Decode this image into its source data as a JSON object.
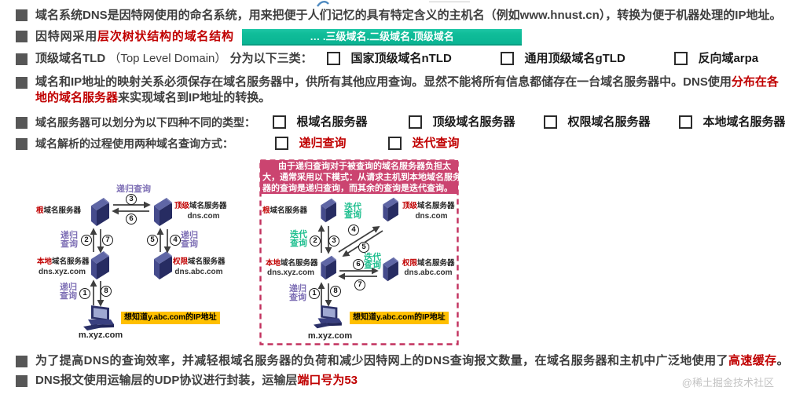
{
  "colors": {
    "text": "#3f3f3f",
    "bullet": "#575757",
    "red": "#c00000",
    "teal": "#10bd99",
    "purple": "#7e6fb5",
    "green": "#1fbf8f",
    "pink": "#cb4470",
    "pinkline": "#c2315e",
    "yellow": "#ffc000",
    "navy_front": "#272c62",
    "navy_left": "#454b8c",
    "navy_top": "#5f66a5",
    "arrow": "#3f3f3f",
    "watermark": "#c3c3c3"
  },
  "rows": {
    "r1": {
      "segments": [
        {
          "t": "域名系统DNS是因特网使用的命名系统，用来把便于人们记忆的具有特定含义的主机名（例如www.hnust.cn），转换为便于机器处理的IP地址。"
        }
      ]
    },
    "r2": {
      "segments": [
        {
          "t": "因特网采用"
        },
        {
          "t": "层次树状结构的域名结构",
          "c": "red"
        }
      ]
    },
    "tld_bar": "…  .三级域名.二级域名.顶级域名",
    "r3": {
      "segments": [
        {
          "t": "顶级域名TLD "
        },
        {
          "t": "（Top Level Domain） ",
          "w": "400"
        },
        {
          "t": "分为以下三类："
        }
      ],
      "items": [
        "国家顶级域名nTLD",
        "通用顶级域名gTLD",
        "反向域arpa"
      ]
    },
    "r4": {
      "line1": [
        {
          "t": "域名和IP地址的映射关系必须保存在域名服务器中，供所有其他应用查询。显然不能将所有信息都储存在一台域名服务器中。DNS使用"
        },
        {
          "t": "分布在各",
          "c": "red"
        }
      ],
      "line2": [
        {
          "t": "地的域名服务器",
          "c": "red"
        },
        {
          "t": "来实现域名到IP地址的转换。"
        }
      ]
    },
    "r5": {
      "segments": [
        {
          "t": "域名服务器可以划分为以下四种不同的类型："
        }
      ],
      "items": [
        "根域名服务器",
        "顶级域名服务器",
        "权限域名服务器",
        "本地域名服务器"
      ]
    },
    "r6": {
      "segments": [
        {
          "t": "域名解析的过程使用两种域名查询方式："
        }
      ],
      "items": [
        "递归查询",
        "迭代查询"
      ]
    },
    "r7": {
      "segments": [
        {
          "t": "为了提高DNS的查询效率，并减轻根域名服务器的负荷和减少因特网上的DNS查询报文数量，在域名服务器和主机中广泛地使用了"
        },
        {
          "t": "高速缓存",
          "c": "red"
        },
        {
          "t": "。"
        }
      ]
    },
    "r8": {
      "segments": [
        {
          "t": "DNS报文使用运输层的UDP协议进行封装，运输层"
        },
        {
          "t": "端口号为53",
          "c": "red"
        }
      ]
    }
  },
  "diagram_left": {
    "query_top": "递归查询",
    "query_left": [
      "递归",
      "查询"
    ],
    "query_right": [
      "递归",
      "查询"
    ],
    "query_bottom": [
      "递归",
      "查询"
    ],
    "servers": {
      "root": {
        "prefix": "根",
        "rest": "域名服务器"
      },
      "tld": {
        "prefix": "顶级",
        "rest": "域名服务器",
        "domain": "dns.com"
      },
      "local": {
        "prefix": "本地",
        "rest": "域名服务器",
        "domain": "dns.xyz.com"
      },
      "auth": {
        "prefix": "权限",
        "rest": "域名服务器",
        "domain": "dns.abc.com"
      }
    },
    "host": "m.xyz.com",
    "note": "想知道y.abc.com的IP地址",
    "numbers": {
      "n1": "1",
      "n2": "2",
      "n3": "3",
      "n4": "4",
      "n5": "5",
      "n6": "6",
      "n7": "7",
      "n8": "8"
    }
  },
  "diagram_right": {
    "note_box": [
      "由于递归查询对于被查询的域名服务器负担太",
      "大，通常采用以下模式：从请求主机到本地域名服务",
      "器的查询是递归查询，而其余的查询是迭代查询。"
    ],
    "query_root": [
      "迭代",
      "查询"
    ],
    "query_left": [
      "迭代",
      "查询"
    ],
    "query_mid": [
      "迭代",
      "查询"
    ],
    "query_bottom": [
      "递归",
      "查询"
    ],
    "servers": {
      "root": {
        "prefix": "根",
        "rest": "域名服务器"
      },
      "tld": {
        "prefix": "顶级",
        "rest": "域名服务器",
        "domain": "dns.com"
      },
      "local": {
        "prefix": "本地",
        "rest": "域名服务器",
        "domain": "dns.xyz.com"
      },
      "auth": {
        "prefix": "权限",
        "rest": "域名服务器",
        "domain": "dns.abc.com"
      }
    },
    "host": "m.xyz.com",
    "note": "想知道y.abc.com的IP地址",
    "numbers": {
      "n1": "1",
      "n2": "2",
      "n3": "3",
      "n4": "4",
      "n5": "5",
      "n6": "6",
      "n7": "7",
      "n8": "8"
    }
  },
  "watermark": "@稀土掘金技术社区"
}
